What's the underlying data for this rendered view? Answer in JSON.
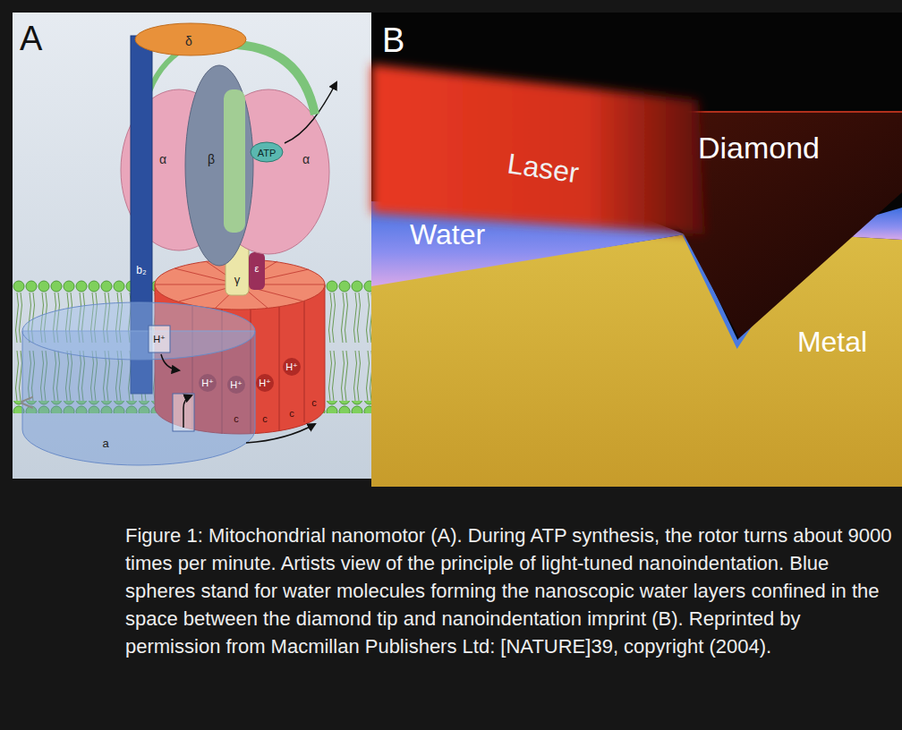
{
  "diagram": {
    "caption": "Figure 1: Mitochondrial nanomotor (A). During ATP synthesis, the rotor turns about 9000 times per minute. Artists view of the principle of light-tuned nanoindentation. Blue spheres stand for water molecules forming the nanoscopic water layers confined in the space between the diamond tip and nanoindentation imprint (B). Reprinted by permission from Macmillan Publishers Ltd: [NATURE]39, copyright (2004).",
    "nodes": [
      {
        "text": [
          "A"
        ]
      },
      {
        "text": [
          "B"
        ]
      }
    ],
    "labels": [
      "δ",
      "α",
      "β",
      "ATP",
      "α",
      "b₂",
      "γ",
      "ε",
      "H⁺",
      "H⁺",
      "H⁺",
      "H⁺",
      "H⁺",
      "c",
      "c",
      "c",
      "c",
      "a",
      "<",
      "Laser",
      "Diamond",
      "Water",
      "Metal"
    ]
  }
}
